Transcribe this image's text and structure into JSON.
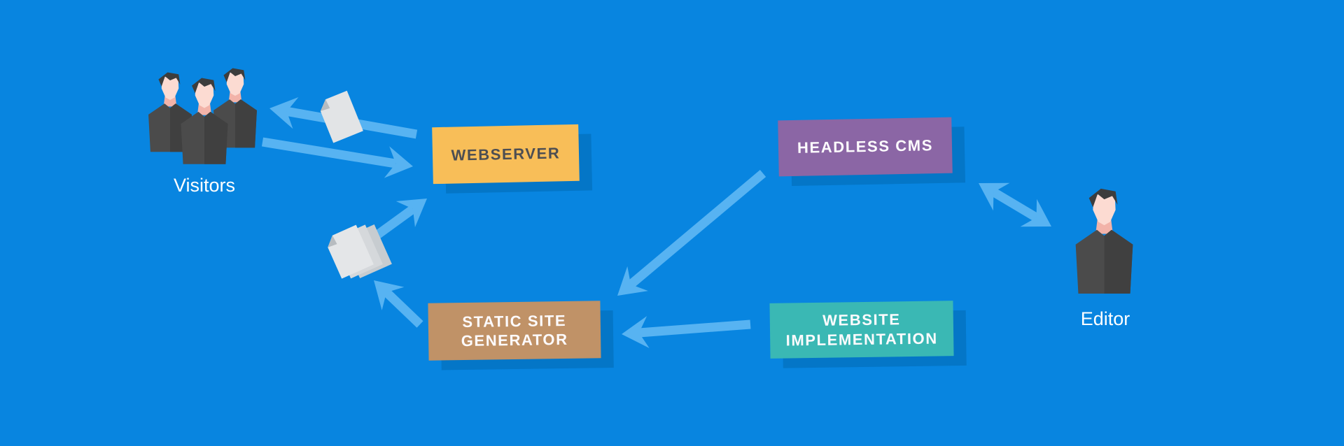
{
  "diagram": {
    "background_color": "#0885e0",
    "arrow_color": "#57b3f2",
    "box_shadow_color": "#0476c7",
    "actors": {
      "visitors": {
        "label": "Visitors",
        "icon": "people-group-icon",
        "body_color": "#4b4b4b",
        "face_color": "#fcdbd2"
      },
      "editor": {
        "label": "Editor",
        "icon": "person-icon",
        "body_color": "#4b4b4b",
        "face_color": "#fcdbd2"
      }
    },
    "nodes": {
      "webserver": {
        "label": "WEBSERVER",
        "color": "#f8be58",
        "text_color": "#4d4e52"
      },
      "headless_cms": {
        "label": "HEADLESS CMS",
        "color": "#8b66a5",
        "text_color": "#ffffff"
      },
      "static_site_generator": {
        "label_line1": "STATIC SITE",
        "label_line2": "GENERATOR",
        "color": "#c09267",
        "text_color": "#ffffff"
      },
      "website_implementation": {
        "label_line1": "WEBSITE",
        "label_line2": "IMPLEMENTATION",
        "color": "#3ab8b4",
        "text_color": "#ffffff"
      }
    },
    "icons": {
      "visitors": "people-group-icon",
      "editor": "person-icon",
      "served_page": "document-icon",
      "generated_pages": "documents-stack-icon",
      "document_color": "#e2e4e6",
      "document_fold_color": "#b7bcc0"
    },
    "connections": [
      {
        "from": "webserver",
        "to": "visitors",
        "direction": "one-way",
        "via": "document-icon"
      },
      {
        "from": "visitors",
        "to": "webserver",
        "direction": "one-way"
      },
      {
        "from": "documents-stack",
        "to": "webserver",
        "direction": "one-way"
      },
      {
        "from": "static_site_generator",
        "to": "documents-stack",
        "direction": "one-way"
      },
      {
        "from": "headless_cms",
        "to": "static_site_generator",
        "direction": "one-way"
      },
      {
        "from": "headless_cms",
        "to": "editor",
        "direction": "two-way"
      },
      {
        "from": "website_implementation",
        "to": "static_site_generator",
        "direction": "one-way"
      }
    ]
  }
}
